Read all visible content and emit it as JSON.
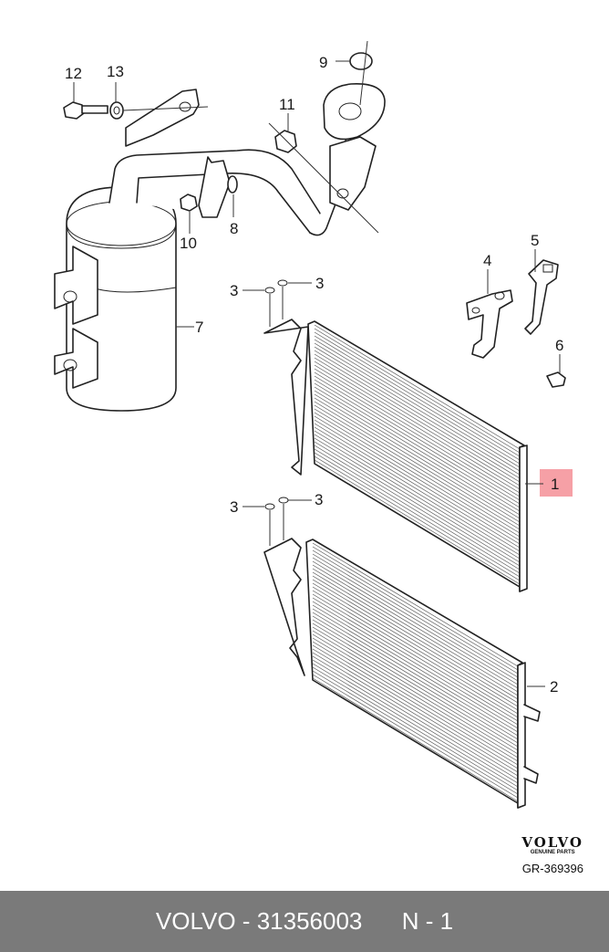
{
  "callouts": {
    "c1": "1",
    "c2": "2",
    "c3a": "3",
    "c3b": "3",
    "c3c": "3",
    "c3d": "3",
    "c4": "4",
    "c5": "5",
    "c6": "6",
    "c7": "7",
    "c8": "8",
    "c9": "9",
    "c10": "10",
    "c11": "11",
    "c12": "12",
    "c13": "13"
  },
  "highlight_color": "#f6a0a6",
  "brand": {
    "logo": "VOLVO",
    "sub": "GENUINE PARTS"
  },
  "ref_code": "GR-369396",
  "footer": {
    "part_text": "VOLVO - 31356003",
    "qty_text": "N - 1"
  }
}
